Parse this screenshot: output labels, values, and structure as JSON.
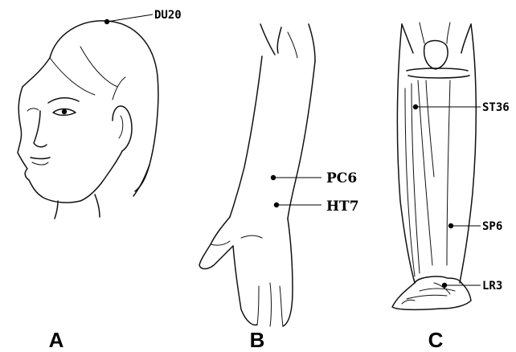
{
  "panels": [
    {
      "label": "A",
      "points": [
        "DU20"
      ]
    },
    {
      "label": "B",
      "points": [
        "PC6",
        "HT7"
      ]
    },
    {
      "label": "C",
      "points": [
        "ST36",
        "SP6",
        "LR3"
      ]
    }
  ],
  "colors": {
    "ink": "#000000",
    "background": "#ffffff"
  }
}
